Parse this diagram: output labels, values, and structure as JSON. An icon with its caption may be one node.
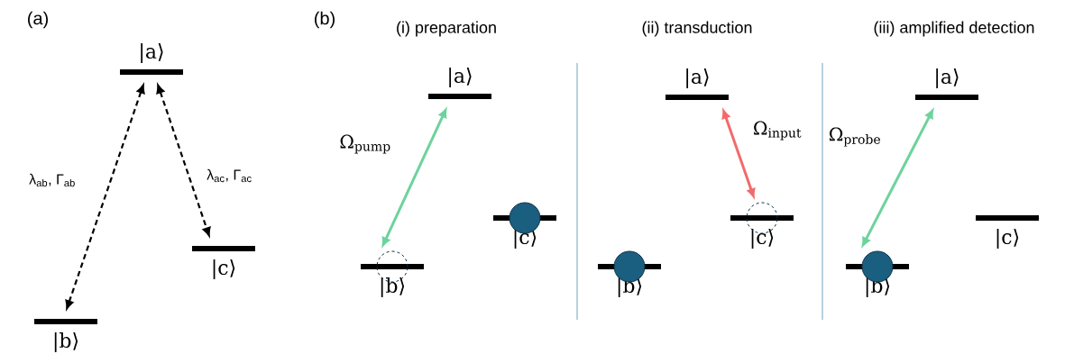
{
  "diagram": {
    "nodes": [
      {
        "text": [
          "|a⟩"
        ]
      },
      {
        "text": [
          "|b⟩"
        ]
      },
      {
        "text": [
          "|c⟩"
        ]
      },
      {
        "text": [
          "|a⟩"
        ]
      },
      {
        "text": [
          "|b⟩"
        ]
      },
      {
        "text": [
          "|c⟩"
        ]
      },
      {
        "text": [
          "|a⟩"
        ]
      },
      {
        "text": [
          "|b⟩"
        ]
      },
      {
        "text": [
          "|c⟩"
        ]
      },
      {
        "text": [
          "|a⟩"
        ]
      },
      {
        "text": [
          "|b⟩"
        ]
      },
      {
        "text": [
          "|c⟩"
        ]
      }
    ],
    "edges": [
      {
        "from": 0,
        "to": 1,
        "arrow": "both",
        "style": "dashed",
        "label": "λ$_{ab}$, Γ$_{ab}$"
      },
      {
        "from": 0,
        "to": 2,
        "arrow": "both",
        "style": "dashed",
        "label": "λ$_{ac}$, Γ$_{ac}$"
      },
      {
        "from": 3,
        "to": 4,
        "arrow": "both",
        "color": "#6dd39c",
        "label": "Ω$_{pump}$"
      },
      {
        "from": 6,
        "to": 8,
        "arrow": "both",
        "color": "#f26b6b",
        "label": "Ω$_{input}$"
      },
      {
        "from": 9,
        "to": 10,
        "arrow": "both",
        "color": "#6dd39c",
        "label": "Ω$_{probe}$"
      }
    ],
    "labels": [
      "(a)",
      "(b)",
      "(i) preparation",
      "(ii) transduction",
      "(iii) amplified detection"
    ]
  }
}
